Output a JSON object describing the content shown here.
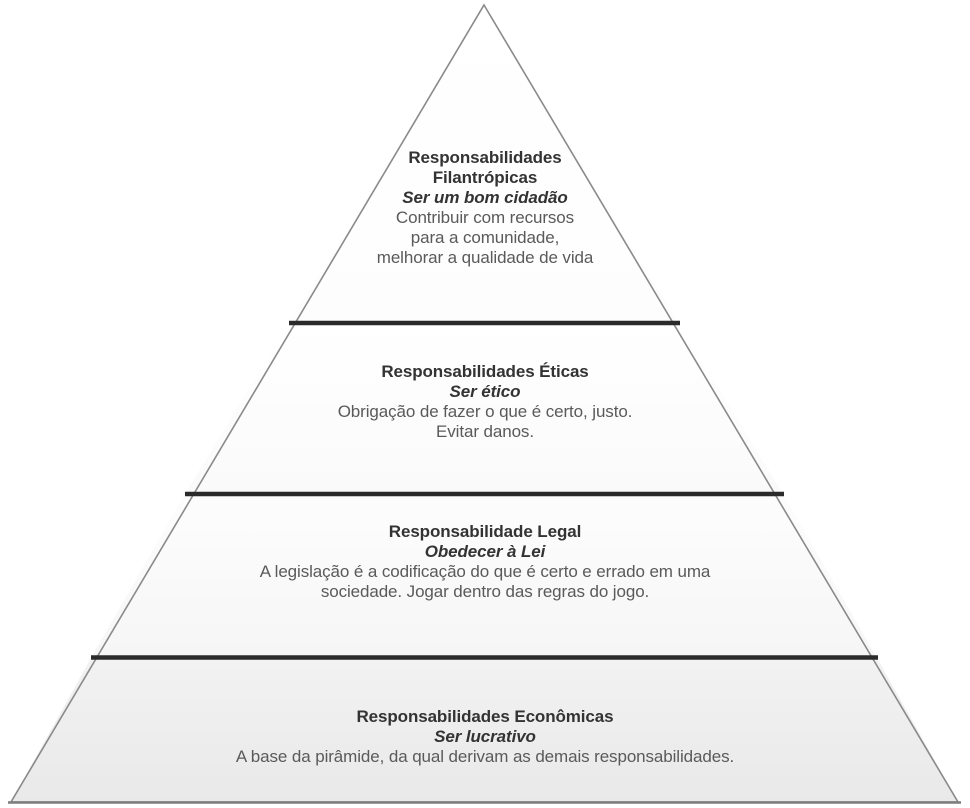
{
  "figure": {
    "name": "carroll-csr-pyramid",
    "shape": "triangle",
    "outline_color": "#808080",
    "divider_color": "#262626",
    "base_line_color": "#7f7f7f",
    "tier_count": 4
  },
  "colors": {
    "heading_text": "#333333",
    "body_text": "#5a5a5a",
    "tier_fill_top": "#ffffff",
    "tier_fill_bottom": "#ececec"
  },
  "tiers": [
    {
      "id": "philanthropic",
      "heading": "Responsabilidades\nFilantrópicas",
      "subtitle": "Ser um bom cidadão",
      "body": "Contribuir com recursos\npara a comunidade,\nmelhorar a qualidade de vida"
    },
    {
      "id": "ethical",
      "heading": "Responsabilidades Éticas",
      "subtitle": "Ser ético",
      "body": "Obrigação de fazer o que é certo, justo.\nEvitar danos."
    },
    {
      "id": "legal",
      "heading": "Responsabilidade Legal",
      "subtitle": "Obedecer à Lei",
      "body": "A legislação é a codificação do que é certo e errado  em uma\nsociedade. Jogar dentro das regras do jogo."
    },
    {
      "id": "economic",
      "heading": "Responsabilidades Econômicas",
      "subtitle": "Ser lucrativo",
      "body": "A base da pirâmide, da qual derivam as demais responsabilidades."
    }
  ]
}
